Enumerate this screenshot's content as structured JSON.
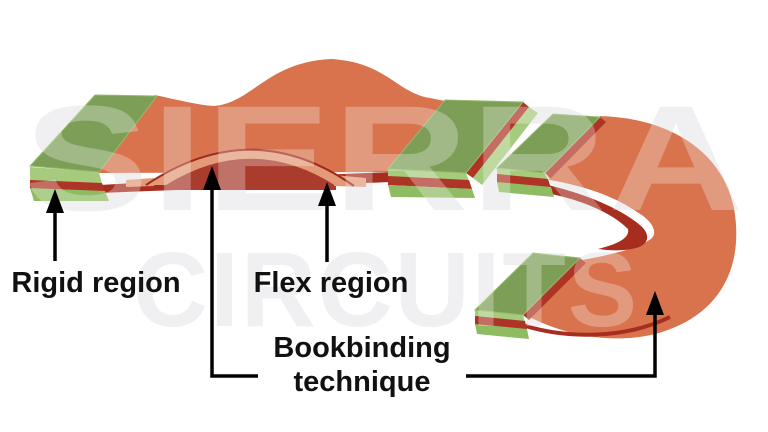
{
  "watermark": {
    "line1": "SIERRA",
    "line2": "CIRCUITS"
  },
  "labels": {
    "rigid_region": "Rigid region",
    "flex_region": "Flex region",
    "bookbinding_line1": "Bookbinding",
    "bookbinding_line2": "technique"
  },
  "colors": {
    "background": "#ffffff",
    "watermark_gray": "#ebebee",
    "flex_orange": "#d8734e",
    "arch_salmon": "#e39a78",
    "under_arch_red": "#a93c2d",
    "flex_red": "#a72d1f",
    "layer_red": "#ae3425",
    "rigid_green": "#7c9e57",
    "rigid_green_light": "#a6cb7d",
    "rigid_green_mid": "#8fbb63",
    "label_text": "#111111",
    "arrow_black": "#000000"
  }
}
